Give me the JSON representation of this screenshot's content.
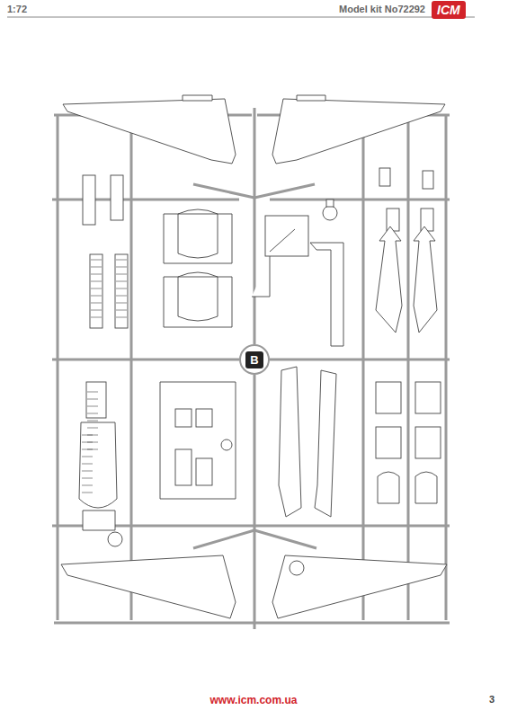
{
  "diagram": {
    "nodes": [
      {
        "text": [
          "ICM"
        ]
      },
      {
        "text": [
          "B"
        ]
      }
    ],
    "labels": [
      "1:72",
      "Model kit No72292",
      "www.icm.com.ua",
      "3"
    ]
  }
}
